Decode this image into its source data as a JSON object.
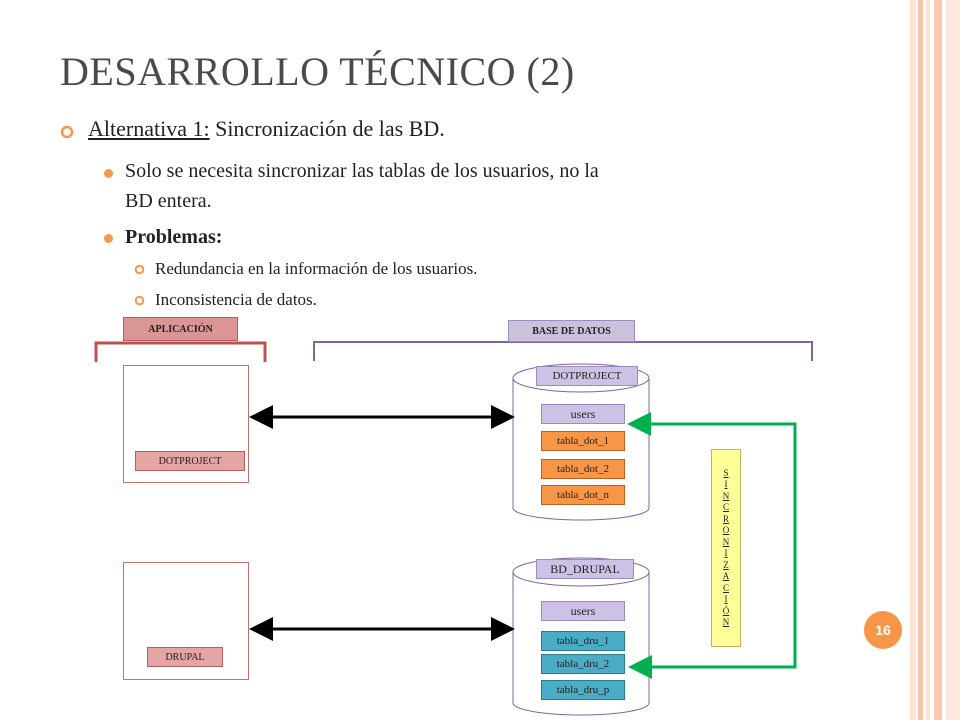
{
  "slide": {
    "title": "DESARROLLO TÉCNICO (2)",
    "page_number": "16"
  },
  "content": {
    "alternative_label": "Alternativa 1:",
    "alternative_text": " Sincronización de las BD.",
    "point1_line1": "Solo se necesita sincronizar las tablas de los usuarios, no la",
    "point1_line2": "BD entera.",
    "problems_label": "Problemas:",
    "problems": [
      "Redundancia en la información de los usuarios.",
      "Inconsistencia de datos."
    ]
  },
  "diagram": {
    "app_header": "APLICACIÓN",
    "db_header": "BASE DE DATOS",
    "app1": "DOTPROJECT",
    "app2": "DRUPAL",
    "db1": {
      "name": "DOTPROJECT",
      "users": "users",
      "tables": [
        "tabla_dot_1",
        "tabla_dot_2",
        "tabla_dot_n"
      ]
    },
    "db2": {
      "name": "BD_DRUPAL",
      "users": "users",
      "tables": [
        "tabla_dru_1",
        "tabla_dru_2",
        "tabla_dru_p"
      ]
    },
    "sync_letters": [
      "S",
      "I",
      "N",
      "C",
      "R",
      "O",
      "N",
      "I",
      "Z",
      "A",
      "C",
      "I",
      "Ó",
      "N"
    ]
  },
  "colors": {
    "accent": "#f79646",
    "app_bracket": "#c0504d",
    "db_bracket": "#8064a2",
    "sync_arrow": "#00b050"
  }
}
